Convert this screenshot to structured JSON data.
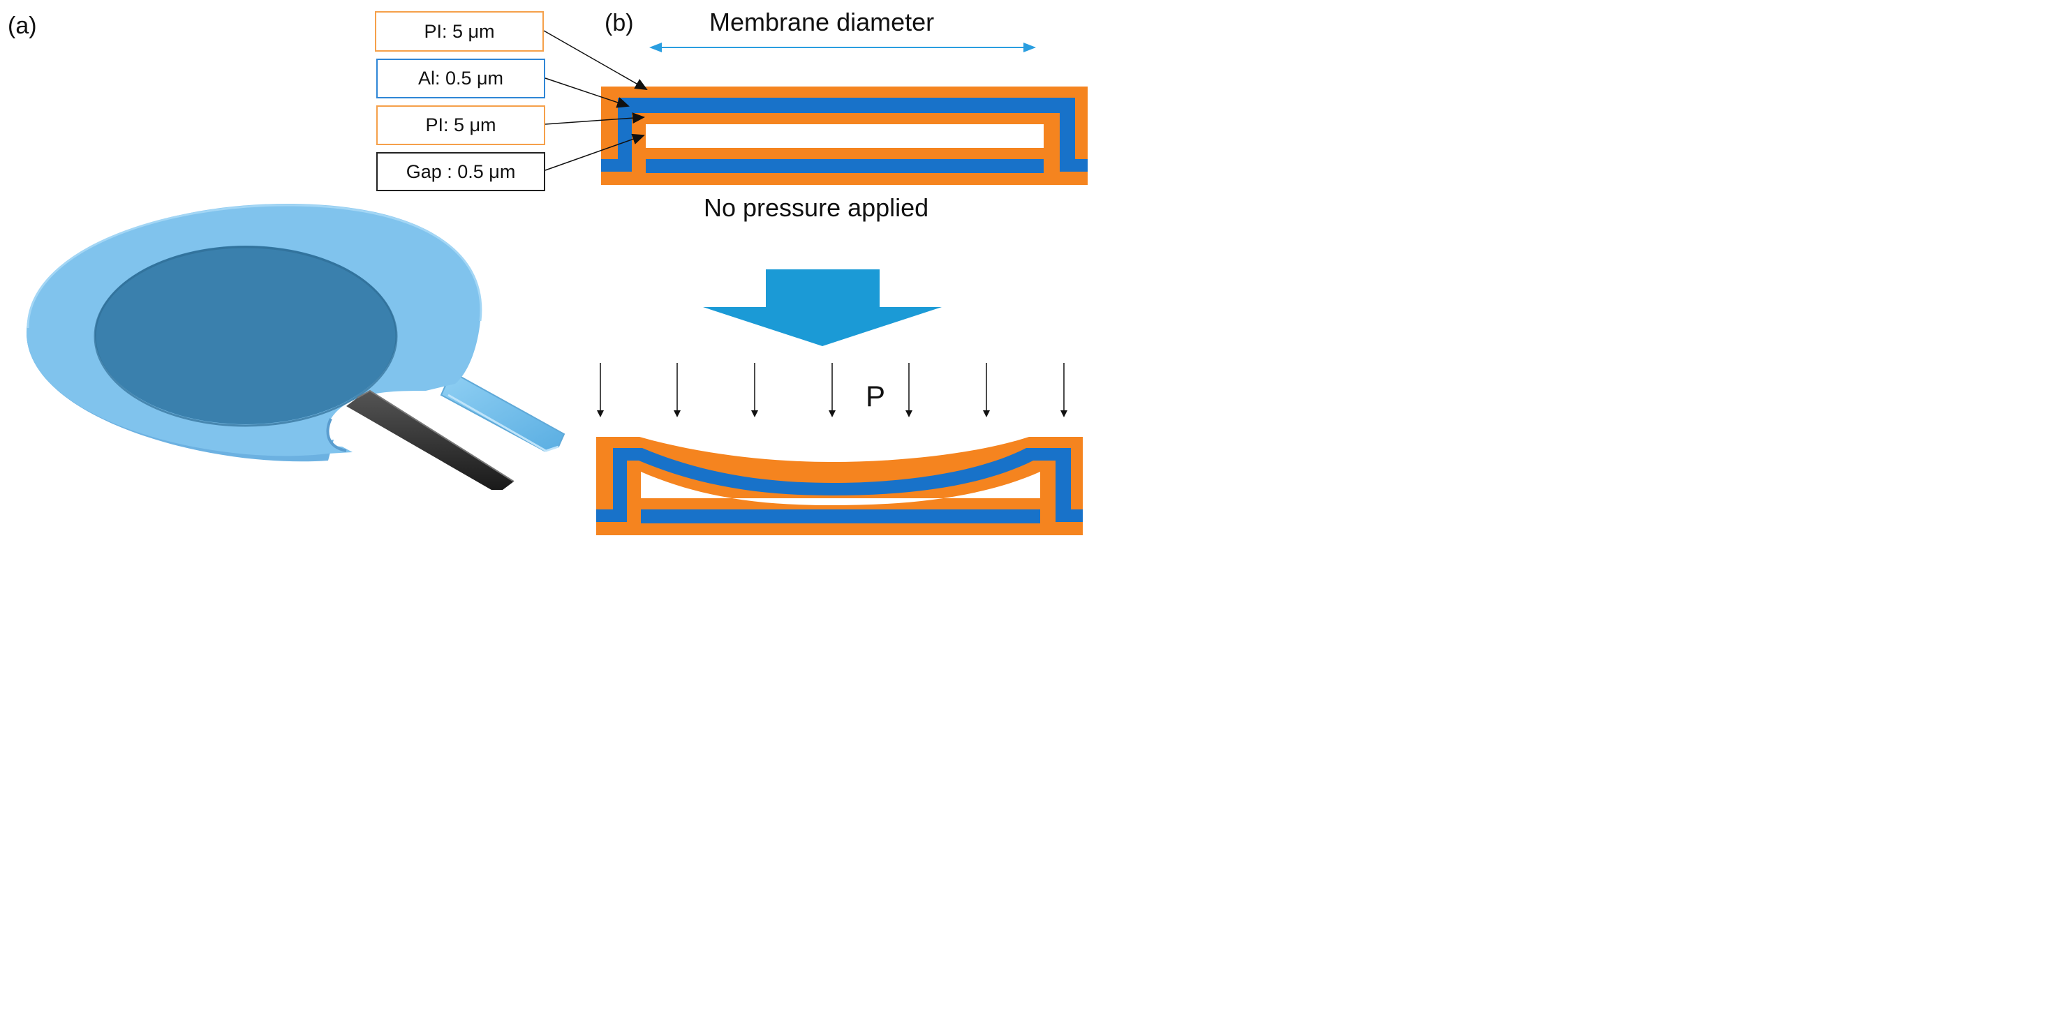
{
  "panels": {
    "a_label": "(a)",
    "b_label": "(b)"
  },
  "layers": [
    {
      "text": "PI: 5 μm",
      "kind": "pi"
    },
    {
      "text": "Al: 0.5 μm",
      "kind": "al"
    },
    {
      "text": "PI: 5 μm",
      "kind": "pi"
    },
    {
      "text": "Gap : 0.5 μm",
      "kind": "gap"
    }
  ],
  "diagram": {
    "dimension_label": "Membrane diameter",
    "state_label": "No pressure applied",
    "pressure_label": "P"
  },
  "colors": {
    "polyimide": "#f5841f",
    "aluminum": "#1872c9",
    "sensor_light": "#7fc2ec",
    "sensor_dark": "#3a80ad",
    "process_arrow": "#1b9ad6",
    "dimension_arrow": "#2a9ee0",
    "lead": "#2a2a2a"
  },
  "icons": {
    "process_arrow": "down-arrow-icon",
    "pressure_arrows": "down-arrow-icon"
  }
}
